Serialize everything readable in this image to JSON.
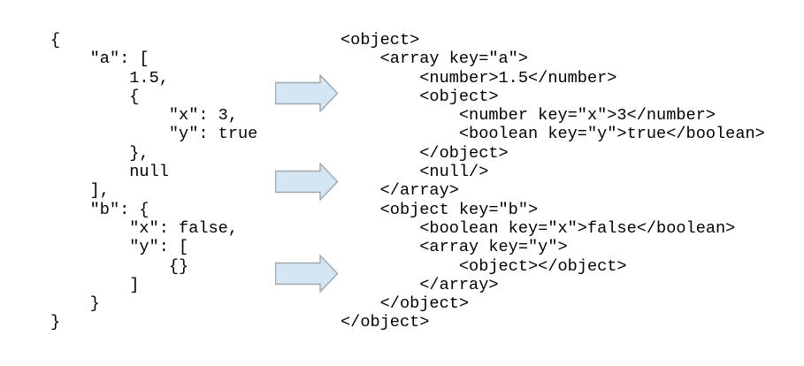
{
  "figure": {
    "description": "JSON to XML encoding example",
    "left_code": "{\n    \"a\": [\n        1.5,\n        {\n            \"x\": 3,\n            \"y\": true\n        },\n        null\n    ],\n    \"b\": {\n        \"x\": false,\n        \"y\": [\n            {}\n        ]\n    }\n}",
    "right_code": "<object>\n    <array key=\"a\">\n        <number>1.5</number>\n        <object>\n            <number key=\"x\">3</number>\n            <boolean key=\"y\">true</boolean>\n        </object>\n        <null/>\n    </array>\n    <object key=\"b\">\n        <boolean key=\"x\">false</boolean>\n        <array key=\"y\">\n            <object></object>\n        </array>\n    </object>\n</object>"
  },
  "arrow": {
    "direction": "right",
    "count": 3,
    "fill": "#d4e6f4",
    "stroke": "#a0a7ad"
  },
  "colors": {
    "background": "#ffffff",
    "text": "#000000"
  }
}
